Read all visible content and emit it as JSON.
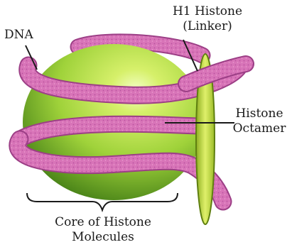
{
  "labels": {
    "dna": "DNA",
    "h1_line1": "H1 Histone",
    "h1_line2": "(Linker)",
    "octamer_line1": "Histone",
    "octamer_line2": "Octamer",
    "core_line1": "Core of Histone",
    "core_line2": "Molecules"
  },
  "colors": {
    "sphere_light": "#f4ffc8",
    "sphere_mid": "#9fd23a",
    "sphere_dark": "#3f7a14",
    "dna_fill": "#d874b8",
    "dna_edge": "#9c3f86",
    "linker_fill": "#c7df4a",
    "linker_edge": "#5f7f10",
    "ink": "#1a1a1a"
  }
}
